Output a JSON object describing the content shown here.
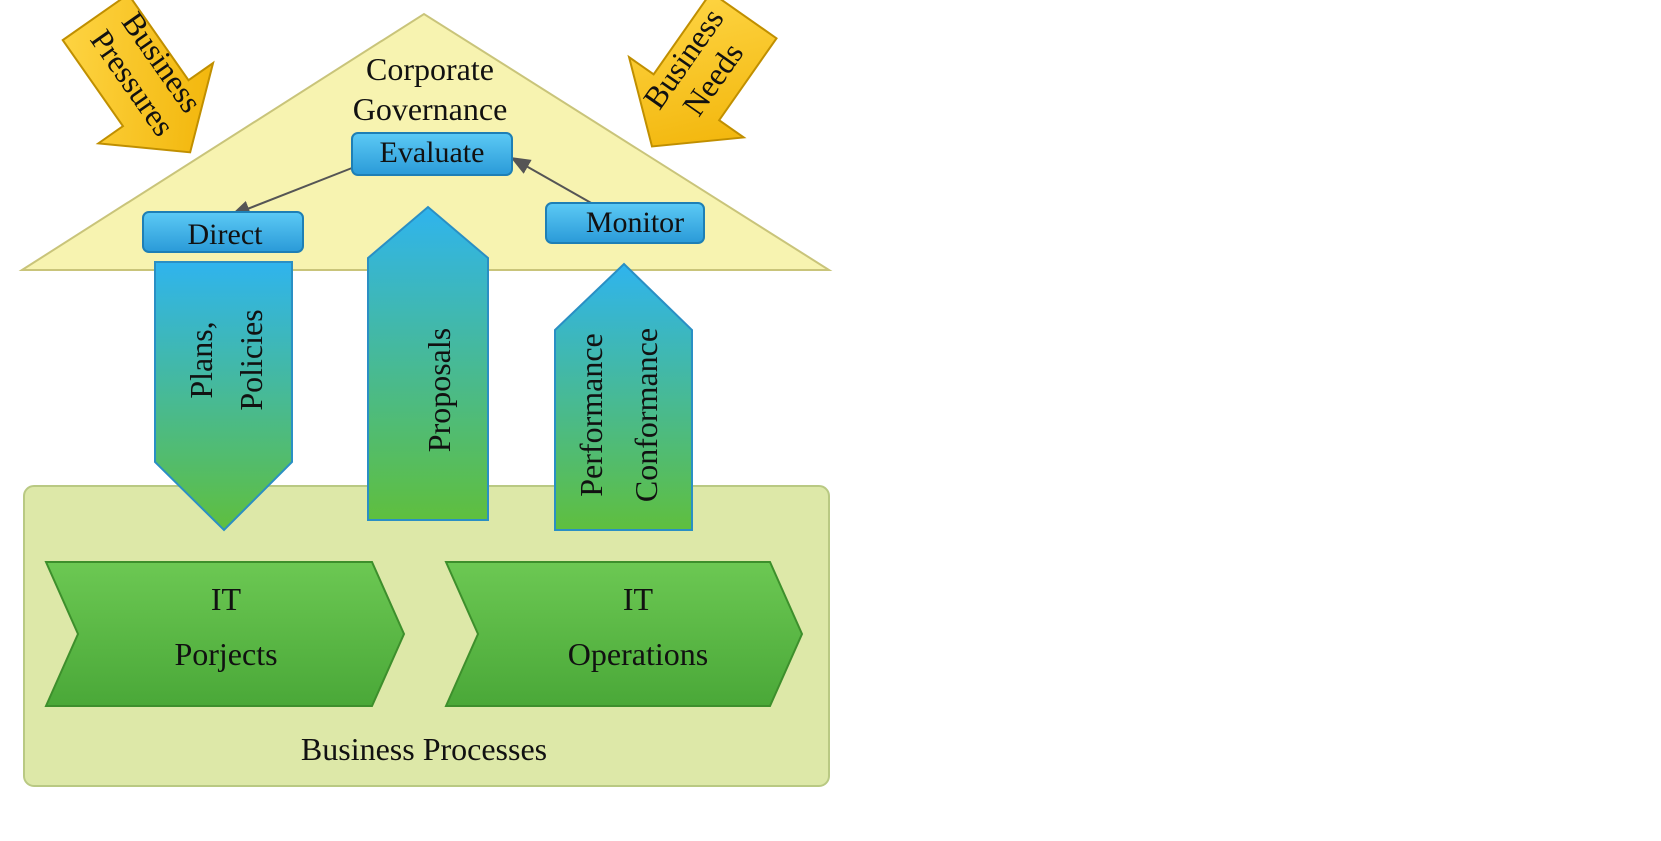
{
  "roof": {
    "title_line1": "Corporate",
    "title_line2": "Governance"
  },
  "boxes": {
    "evaluate": "Evaluate",
    "direct": "Direct",
    "monitor": "Monitor"
  },
  "external": {
    "pressures_line1": "Business",
    "pressures_line2": "Pressures",
    "needs_line1": "Business",
    "needs_line2": "Needs"
  },
  "flows": {
    "plans_line1": "Plans,",
    "plans_line2": "Policies",
    "proposals": "Proposals",
    "perf_line1": "Performance",
    "perf_line2": "Conformance"
  },
  "base": {
    "label": "Business Processes",
    "it_projects_line1": "IT",
    "it_projects_line2": "Porjects",
    "it_operations_line1": "IT",
    "it_operations_line2": "Operations"
  },
  "colors": {
    "roof": "#f7f3b0",
    "base": "#dde8a8",
    "box_blue": "#3fb2ea",
    "arrow_green": "#5dbb47",
    "arrow_gold": "#f6c21a"
  }
}
